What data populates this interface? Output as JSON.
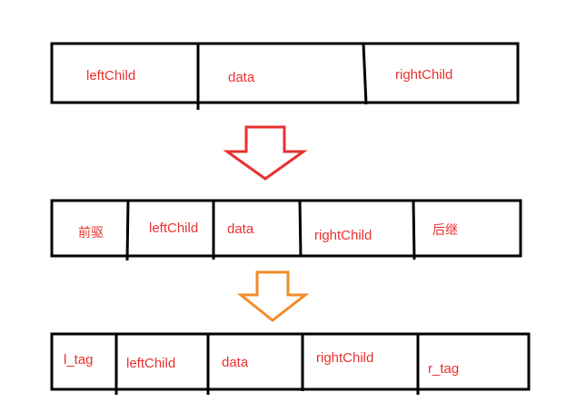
{
  "colors": {
    "stroke": "#000000",
    "label": "#e8312f",
    "arrow_1": "#e8312f",
    "arrow_2": "#f28c28"
  },
  "structures": [
    {
      "name": "binary-tree-node",
      "fields": [
        "leftChild",
        "data",
        "rightChild"
      ]
    },
    {
      "name": "threaded-node-concept",
      "fields": [
        "前驱",
        "leftChild",
        "data",
        "rightChild",
        "后继"
      ]
    },
    {
      "name": "threaded-node",
      "fields": [
        "l_tag",
        "leftChild",
        "data",
        "rightChild",
        "r_tag"
      ]
    }
  ],
  "arrows": [
    {
      "name": "down-arrow-1",
      "icon": "down-arrow-outline-red"
    },
    {
      "name": "down-arrow-2",
      "icon": "down-arrow-outline-orange"
    }
  ]
}
